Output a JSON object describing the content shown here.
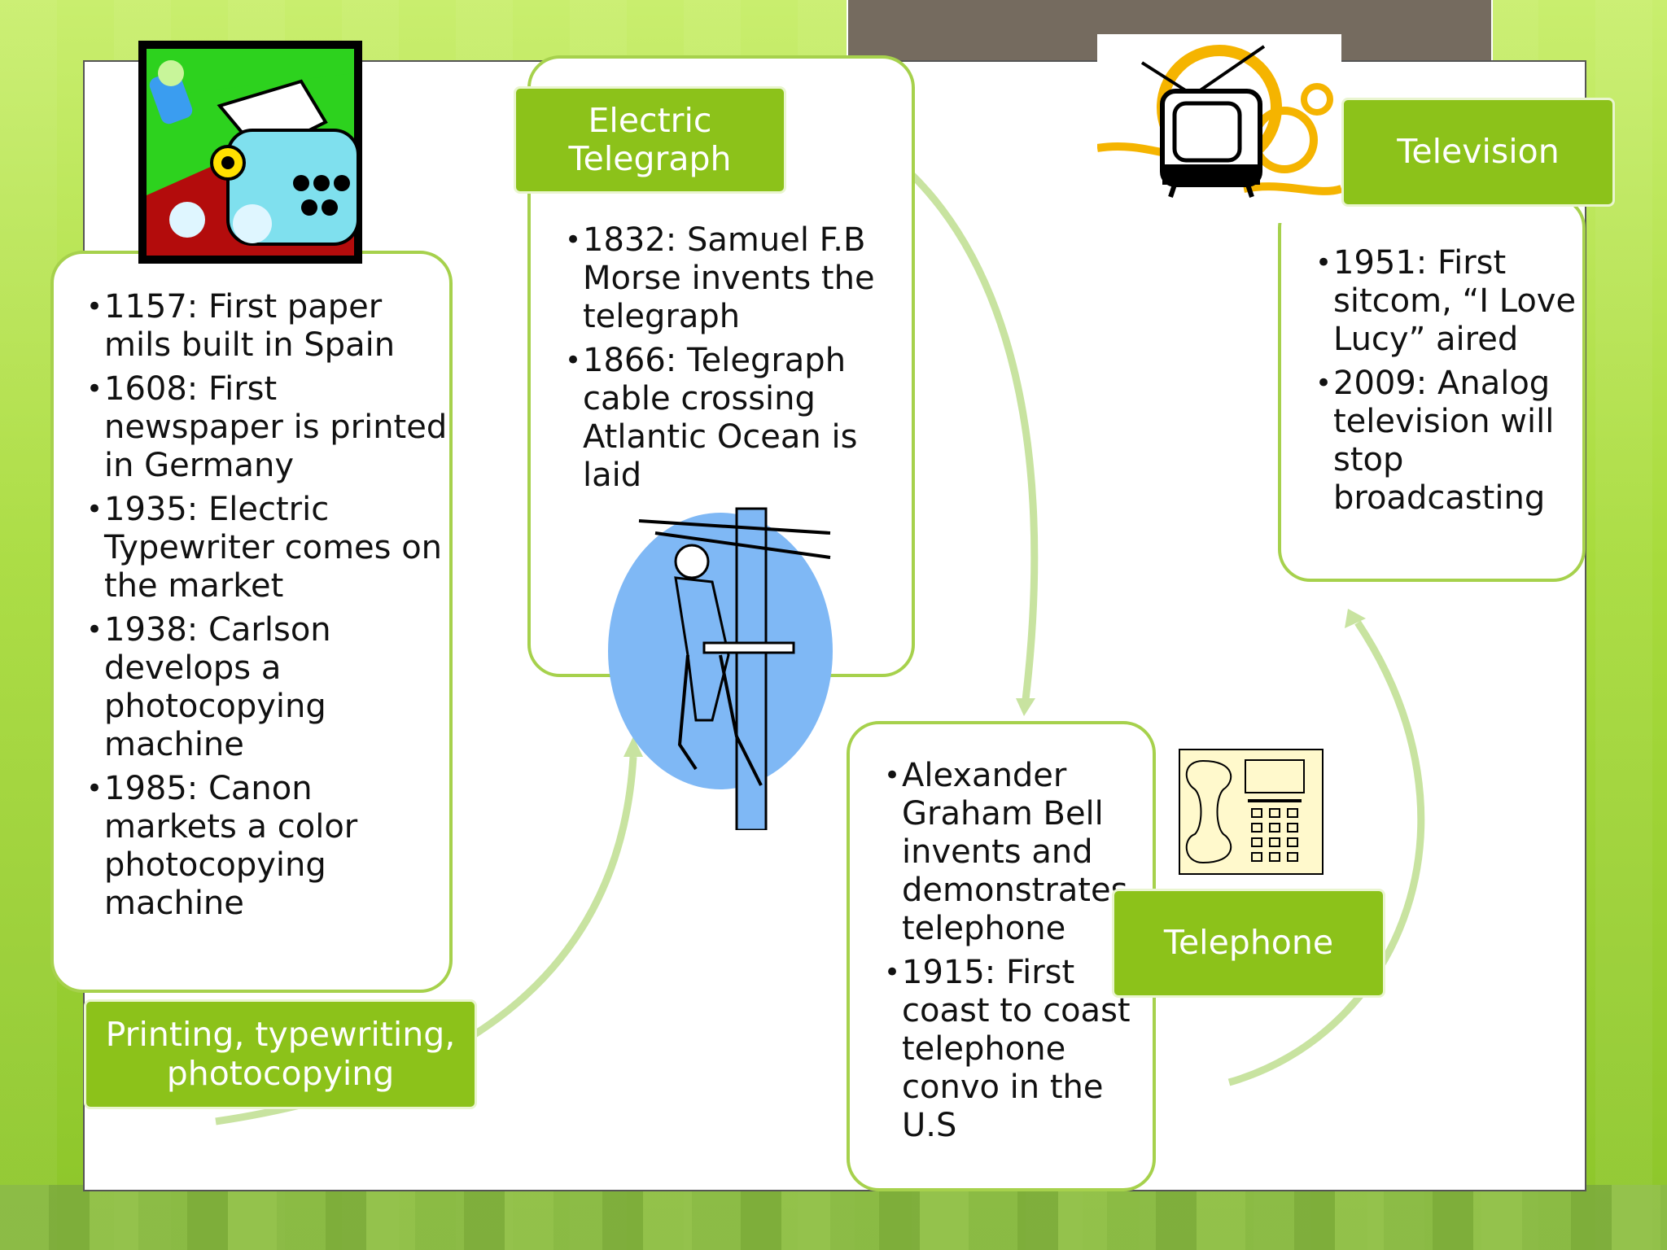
{
  "panels": {
    "printing": {
      "label": "Printing, typewriting, photocopying",
      "bullets": [
        "1157: First paper mils built in Spain",
        "1608: First newspaper is printed in Germany",
        "1935: Electric Typewriter comes on the market",
        "1938: Carlson develops a photocopying machine",
        "1985: Canon markets a color photocopying machine"
      ]
    },
    "telegraph": {
      "label": "Electric Telegraph",
      "bullets": [
        "1832: Samuel F.B Morse invents the telegraph",
        "1866: Telegraph cable crossing Atlantic Ocean is laid"
      ]
    },
    "telephone": {
      "label": "Telephone",
      "bullets": [
        "Alexander Graham Bell invents and demonstrates telephone",
        "1915: First coast to coast telephone convo in the U.S"
      ]
    },
    "television": {
      "label": "Television",
      "bullets": [
        "1951: First sitcom, “I Love Lucy” aired",
        "2009: Analog television will stop broadcasting"
      ]
    }
  },
  "colors": {
    "accent": "#8cc21a",
    "panel_border": "#a6d14c",
    "arrow": "#c8e3a0"
  },
  "icons": [
    "typewriter-clipart",
    "lineman-on-pole-clipart",
    "telephone-clipart",
    "television-clipart"
  ]
}
